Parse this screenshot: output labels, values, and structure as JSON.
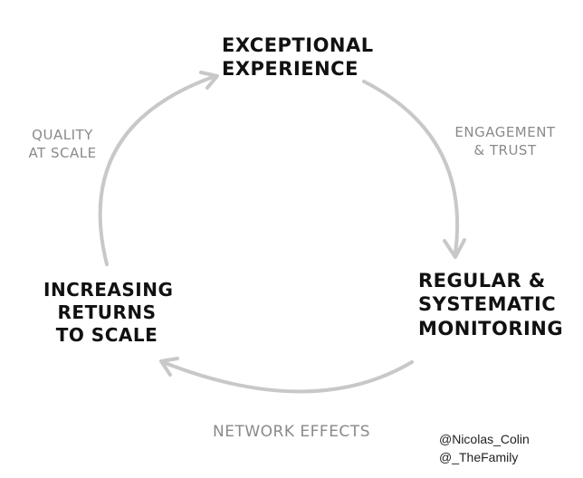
{
  "nodes": {
    "top": {
      "line1": "Exceptional",
      "line2": "Experience"
    },
    "right": {
      "line1": "Regular &",
      "line2": "Systematic",
      "line3": "Monitoring"
    },
    "left": {
      "line1": "Increasing",
      "line2": "Returns",
      "line3": "to Scale"
    }
  },
  "edges": {
    "top_right": {
      "line1": "Engagement",
      "line2": "& Trust"
    },
    "bottom": {
      "line1": "Network Effects"
    },
    "left": {
      "line1": "Quality",
      "line2": "at Scale"
    }
  },
  "credits": {
    "line1": "@Nicolas_Colin",
    "line2": "@_TheFamily"
  },
  "colors": {
    "arrow": "#c8c8c8",
    "node_text": "#111111",
    "edge_text": "#8a8a8a"
  }
}
